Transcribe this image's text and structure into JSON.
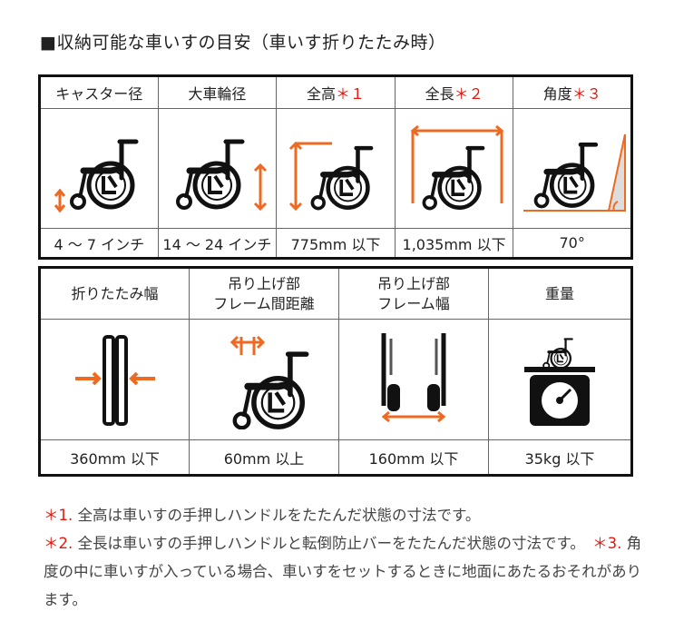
{
  "title": "■収納可能な車いすの目安（車いす折りたたみ時）",
  "colors": {
    "accent": "#ee6a22",
    "asterisk": "#e8160c"
  },
  "table1": {
    "headers": [
      {
        "label": "キャスター径",
        "mark": ""
      },
      {
        "label": "大車輪径",
        "mark": ""
      },
      {
        "label": "全高",
        "mark": "＊１"
      },
      {
        "label": "全長",
        "mark": "＊２"
      },
      {
        "label": "角度",
        "mark": "＊３"
      }
    ],
    "values": [
      "4 ～ 7 インチ",
      "14 ～ 24 インチ",
      "775mm 以下",
      "1,035mm 以下",
      "70°"
    ]
  },
  "table2": {
    "headers": [
      {
        "line1": "折りたたみ幅",
        "line2": ""
      },
      {
        "line1": "吊り上げ部",
        "line2": "フレーム間距離"
      },
      {
        "line1": "吊り上げ部",
        "line2": "フレーム幅"
      },
      {
        "line1": "重量",
        "line2": ""
      }
    ],
    "values": [
      "360mm 以下",
      "60mm 以上",
      "160mm 以下",
      "35kg 以下"
    ]
  },
  "notes": {
    "n1_mark": "＊1.",
    "n1_text": " 全高は車いすの手押しハンドルをたたんだ状態の寸法です。",
    "n2_mark": "＊2.",
    "n2_text": " 全長は車いすの手押しハンドルと転倒防止バーをたたんだ状態の寸法です。　",
    "n3_mark": "＊3.",
    "n3_text": " 角度の中に車いすが入っている場合、車いすをセットするときに地面にあたるおそれがあります。"
  }
}
